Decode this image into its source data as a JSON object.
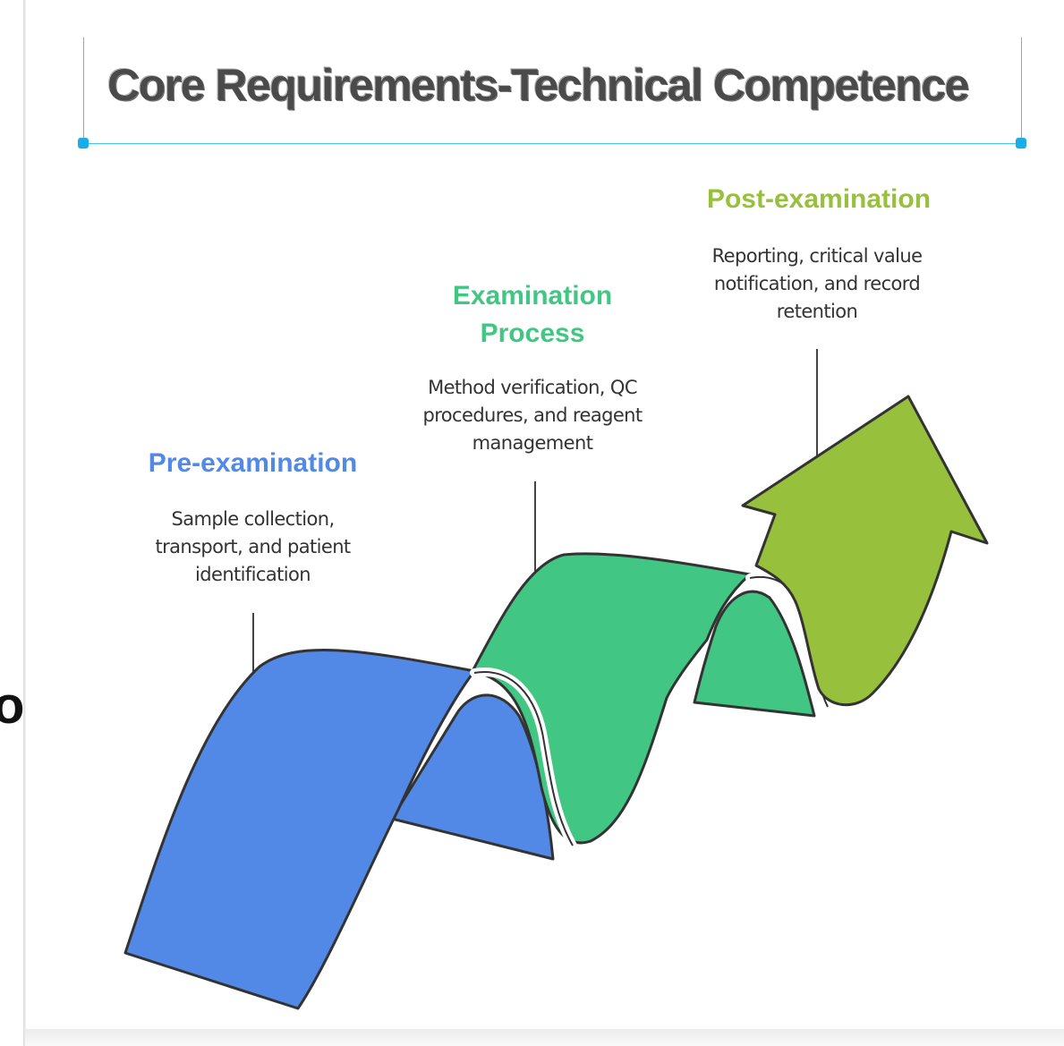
{
  "title": "Core Requirements-Technical Competence",
  "edge_fragment": "o",
  "colors": {
    "pre": "#5289e6",
    "exam": "#41c783",
    "post": "#97c03d",
    "title": "#4a4a4a",
    "selection": "#47c1f0"
  },
  "stages": [
    {
      "heading": "Pre-examination",
      "lines": [
        "Sample collection,",
        "transport, and patient",
        "identification"
      ]
    },
    {
      "heading_lines": [
        "Examination",
        "Process"
      ],
      "lines": [
        "Method verification, QC",
        "procedures, and reagent",
        "management"
      ]
    },
    {
      "heading": "Post-examination",
      "lines": [
        "Reporting, critical value",
        "notification, and record",
        "retention"
      ]
    }
  ]
}
